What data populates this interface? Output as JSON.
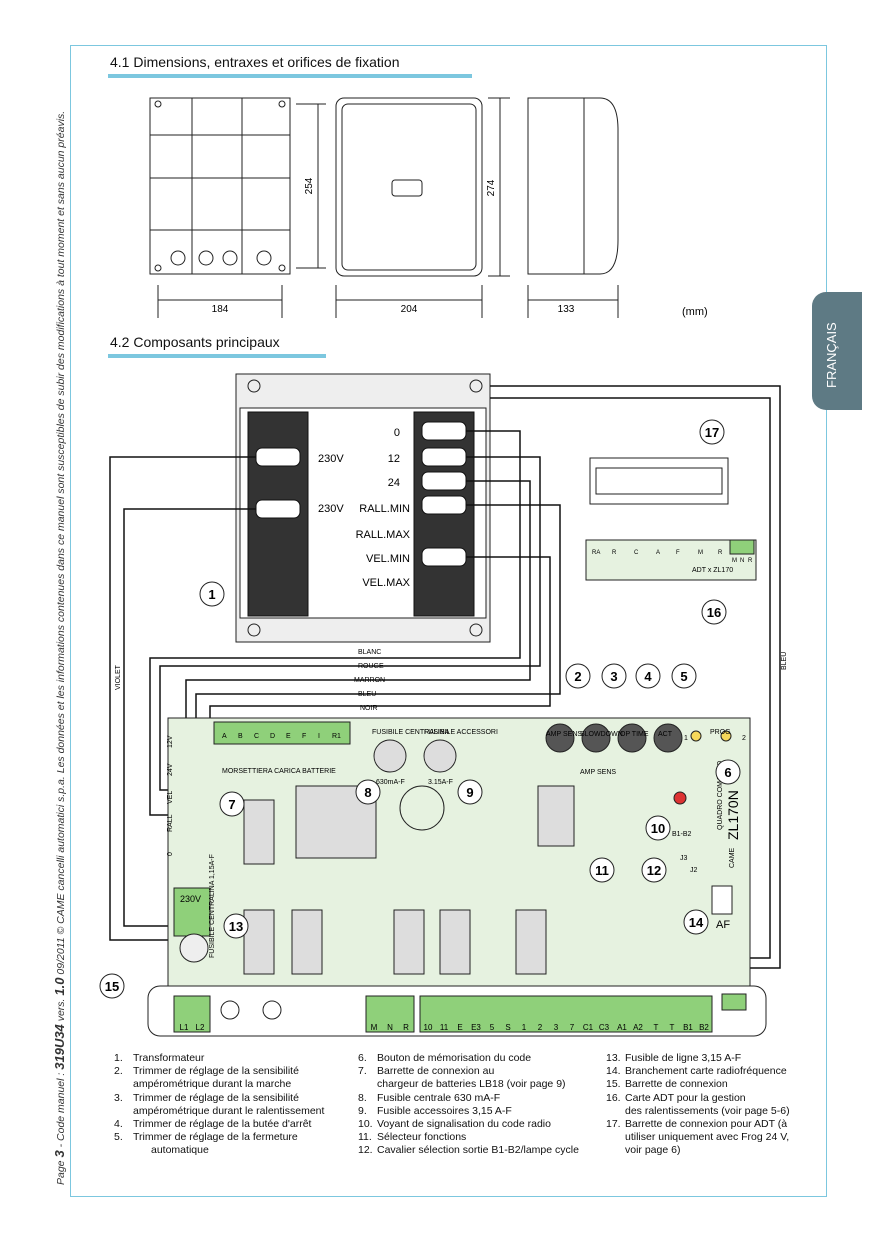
{
  "sidebar": {
    "page_label": "Page",
    "page_number": "3",
    "code_label": "- Code manuel :",
    "code": "319U34",
    "version_label": "vers.",
    "version": "1.0",
    "date": "09/2011",
    "copyright": "© CAME cancelli automatici s.p.a. Les données et les informations contenues dans ce manuel sont susceptibles de subir des modifications à tout moment et sans aucun préavis."
  },
  "language_tab": "FRANÇAIS",
  "section1": {
    "title": "4.1 Dimensions, entraxes et orifices de fixation",
    "dim_width_front": "184",
    "dim_height_front": "254",
    "dim_width_cover": "204",
    "dim_height_cover": "274",
    "dim_depth_side": "133",
    "unit": "(mm)"
  },
  "section2": {
    "title": "4.2 Composants principaux",
    "transformer_labels": {
      "in1": "230V",
      "in2": "230V",
      "out_0": "0",
      "out_12": "12",
      "out_24": "24",
      "rall_min": "RALL.MIN",
      "rall_max": "RALL.MAX",
      "vel_min": "VEL.MIN",
      "vel_max": "VEL.MAX"
    },
    "wire_labels": [
      "BLANC",
      "ROUGE",
      "MARRON",
      "BLEU",
      "NOIR"
    ],
    "wire_violet": "VIOLET",
    "wire_bleu": "BLEU",
    "board": {
      "terminal_left": [
        "12V",
        "24V",
        "VEL",
        "RALL",
        "0"
      ],
      "battery_terminals": [
        "A",
        "B",
        "C",
        "D",
        "E",
        "F",
        "I",
        "R1"
      ],
      "battery_caption": "MORSETTIERA CARICA BATTERIE",
      "fuse_central_label": "FUSIBILE CENTRALINA",
      "fuse_central_value": "630mA-F",
      "fuse_acc_label": "FUSIBILE ACCESSORI",
      "fuse_acc_value": "3.15A-F",
      "trim_labels": [
        "AMP SENS",
        "SLOWDOWN",
        "OP TIME",
        "ACT"
      ],
      "trim_caption": "AMP SENS",
      "prog_label": "PROG",
      "prog_1": "1",
      "prog_2": "2",
      "board_name": "QUADRO COMANDO",
      "board_model": "ZL170N",
      "brand": "CAME",
      "jumper_b1b2": "B1-B2",
      "jumper_j2": "J2",
      "jumper_j3": "J3",
      "af_label": "AF",
      "power_label": "230V",
      "line_fuse_label": "FUSIBILE CENTRALINA 1,15A-F",
      "bottom_terminals": [
        "L1",
        "L2",
        "M",
        "N",
        "R",
        "10",
        "11",
        "E",
        "E3",
        "5",
        "S",
        "1",
        "2",
        "3",
        "7",
        "C1",
        "C3",
        "A1",
        "A2",
        "T",
        "T",
        "B1",
        "B2"
      ]
    },
    "adt_card": {
      "label": "ADT x ZL170",
      "pins": [
        "RA",
        "R",
        "C",
        "A",
        "F",
        "M",
        "R"
      ],
      "terms": [
        "M",
        "N",
        "R"
      ]
    },
    "callouts": [
      "1",
      "2",
      "3",
      "4",
      "5",
      "6",
      "7",
      "8",
      "9",
      "10",
      "11",
      "12",
      "13",
      "14",
      "15",
      "16",
      "17"
    ]
  },
  "legend_col1": [
    {
      "n": "1.",
      "t": "Transformateur"
    },
    {
      "n": "2.",
      "t": "Trimmer de réglage de la sensibilité",
      "t2": "ampérométrique durant la marche"
    },
    {
      "n": "3.",
      "t": "Trimmer de réglage de la sensibilité",
      "t2": "ampérométrique durant le ralentissement"
    },
    {
      "n": "4.",
      "t": "Trimmer de réglage de la butée d'arrêt"
    },
    {
      "n": "5.",
      "t": "Trimmer de réglage de la fermeture",
      "t2": "automatique"
    }
  ],
  "legend_col2": [
    {
      "n": "6.",
      "t": "Bouton de mémorisation du code"
    },
    {
      "n": "7.",
      "t": "Barrette de connexion au",
      "t2": "chargeur de batteries LB18 (voir page 9)"
    },
    {
      "n": "8.",
      "t": "Fusible centrale 630 mA-F"
    },
    {
      "n": "9.",
      "t": "Fusible accessoires 3,15 A-F"
    },
    {
      "n": "10.",
      "t": "Voyant de signalisation du code radio"
    },
    {
      "n": "11.",
      "t": "Sélecteur fonctions"
    },
    {
      "n": "12.",
      "t": "Cavalier sélection sortie B1-B2/lampe cycle"
    }
  ],
  "legend_col3": [
    {
      "n": "13.",
      "t": "Fusible de ligne 3,15 A-F"
    },
    {
      "n": "14.",
      "t": "Branchement carte radiofréquence"
    },
    {
      "n": "15.",
      "t": "Barrette de connexion"
    },
    {
      "n": "16.",
      "t": "Carte ADT pour la gestion",
      "t2": "des ralentissements (voir page 5-6)"
    },
    {
      "n": "17.",
      "t": "Barrette de connexion pour ADT (à",
      "t2": "utiliser uniquement avec Frog 24 V,",
      "t3": "voir page 6)"
    }
  ]
}
